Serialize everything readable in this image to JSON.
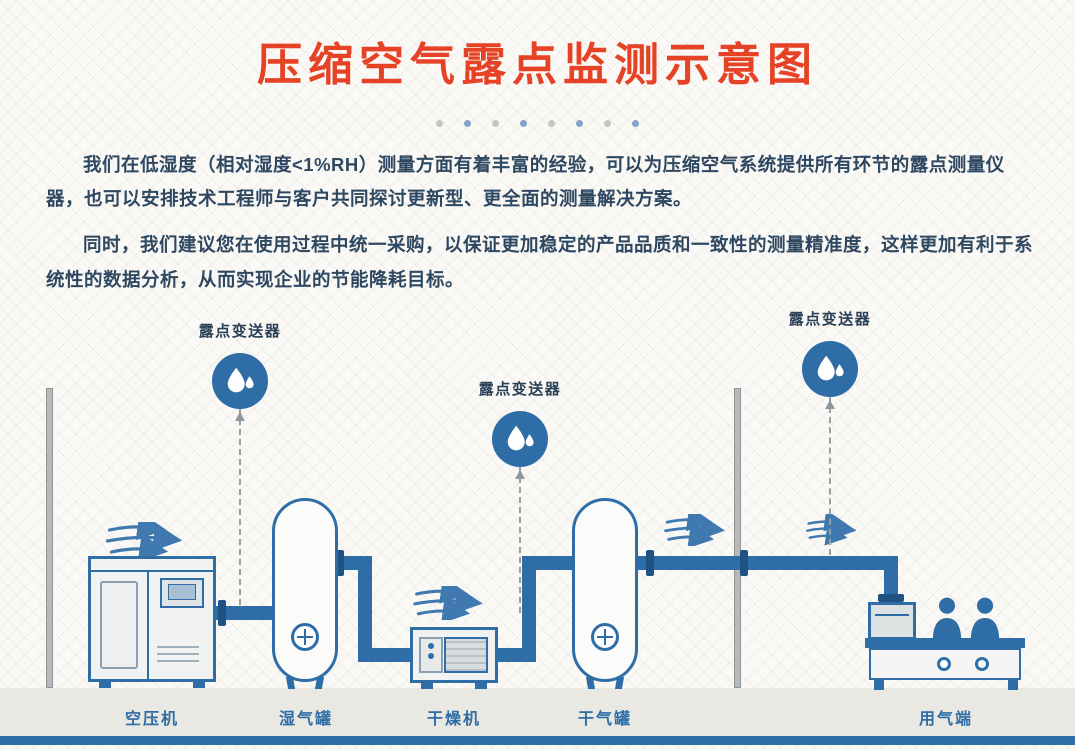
{
  "header": {
    "title": "压缩空气露点监测示意图"
  },
  "intro": {
    "paragraphs": [
      "我们在低湿度（相对湿度<1%RH）测量方面有着丰富的经验，可以为压缩空气系统提供所有环节的露点测量仪器，也可以安排技术工程师与客户共同探讨更新型、更全面的测量解决方案。",
      "同时，我们建议您在使用过程中统一采购，以保证更加稳定的产品品质和一致性的测量精准度，这样更加有利于系统性的数据分析，从而实现企业的节能降耗目标。"
    ]
  },
  "diagram": {
    "transmitter_label": "露点变送器",
    "equipment_labels": [
      "空压机",
      "湿气罐",
      "干燥机",
      "干气罐",
      "用气端"
    ]
  },
  "colors": {
    "title_red": "#e54226",
    "primary_blue": "#2e6da5",
    "text_navy": "#2f4861",
    "ground_gray": "#eae8e2"
  }
}
